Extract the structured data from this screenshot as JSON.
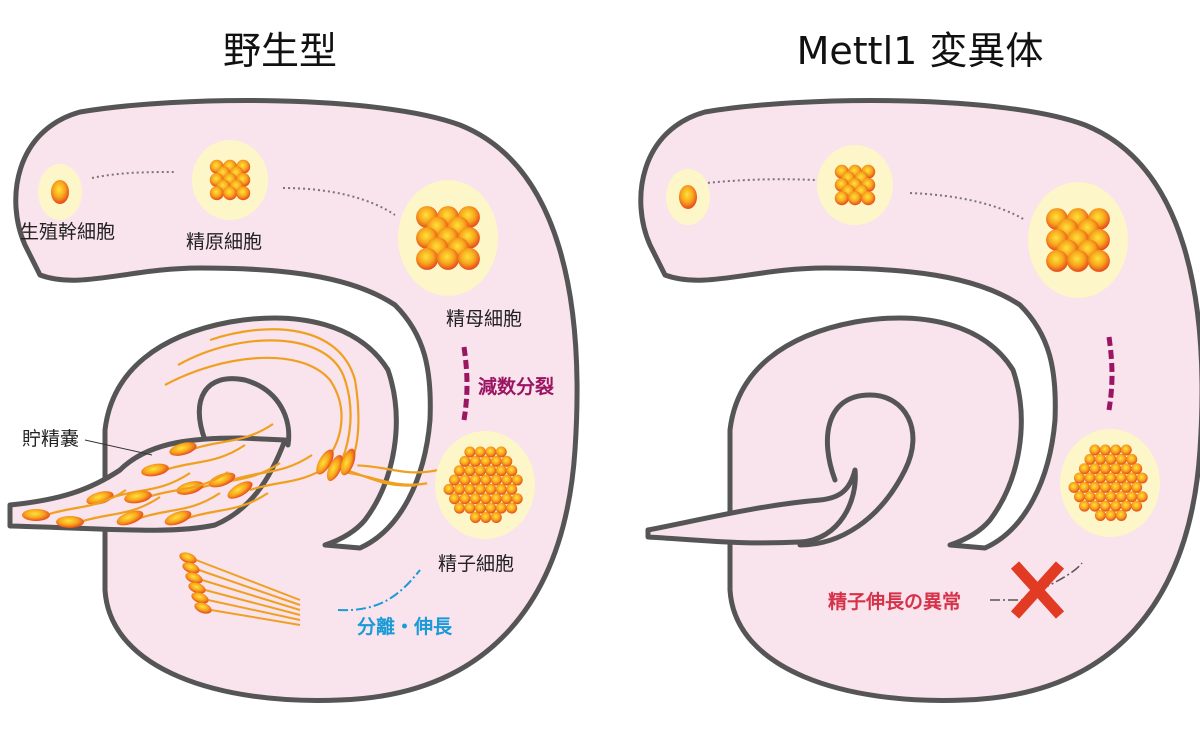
{
  "wild_type": {
    "title": "野生型",
    "labels": {
      "stem_cell": "生殖幹細胞",
      "spermatogonia": "精原細胞",
      "spermatocyte": "精母細胞",
      "meiosis": "減数分裂",
      "spermatid": "精子細胞",
      "separation_elongation": "分離・伸長",
      "seminal_vesicle": "貯精嚢"
    }
  },
  "mutant": {
    "title": "Mettl1 変異体",
    "labels": {
      "elongation_defect": "精子伸長の異常"
    }
  },
  "colors": {
    "tubule": "#f9e3ec",
    "outline": "#555555",
    "cell": "#f39a1e",
    "halo": "#fdf6c8",
    "meiosis": "#9b1563",
    "elongation": "#1a9ad6",
    "defect": "#d6334a",
    "cross": "#e23b24"
  }
}
